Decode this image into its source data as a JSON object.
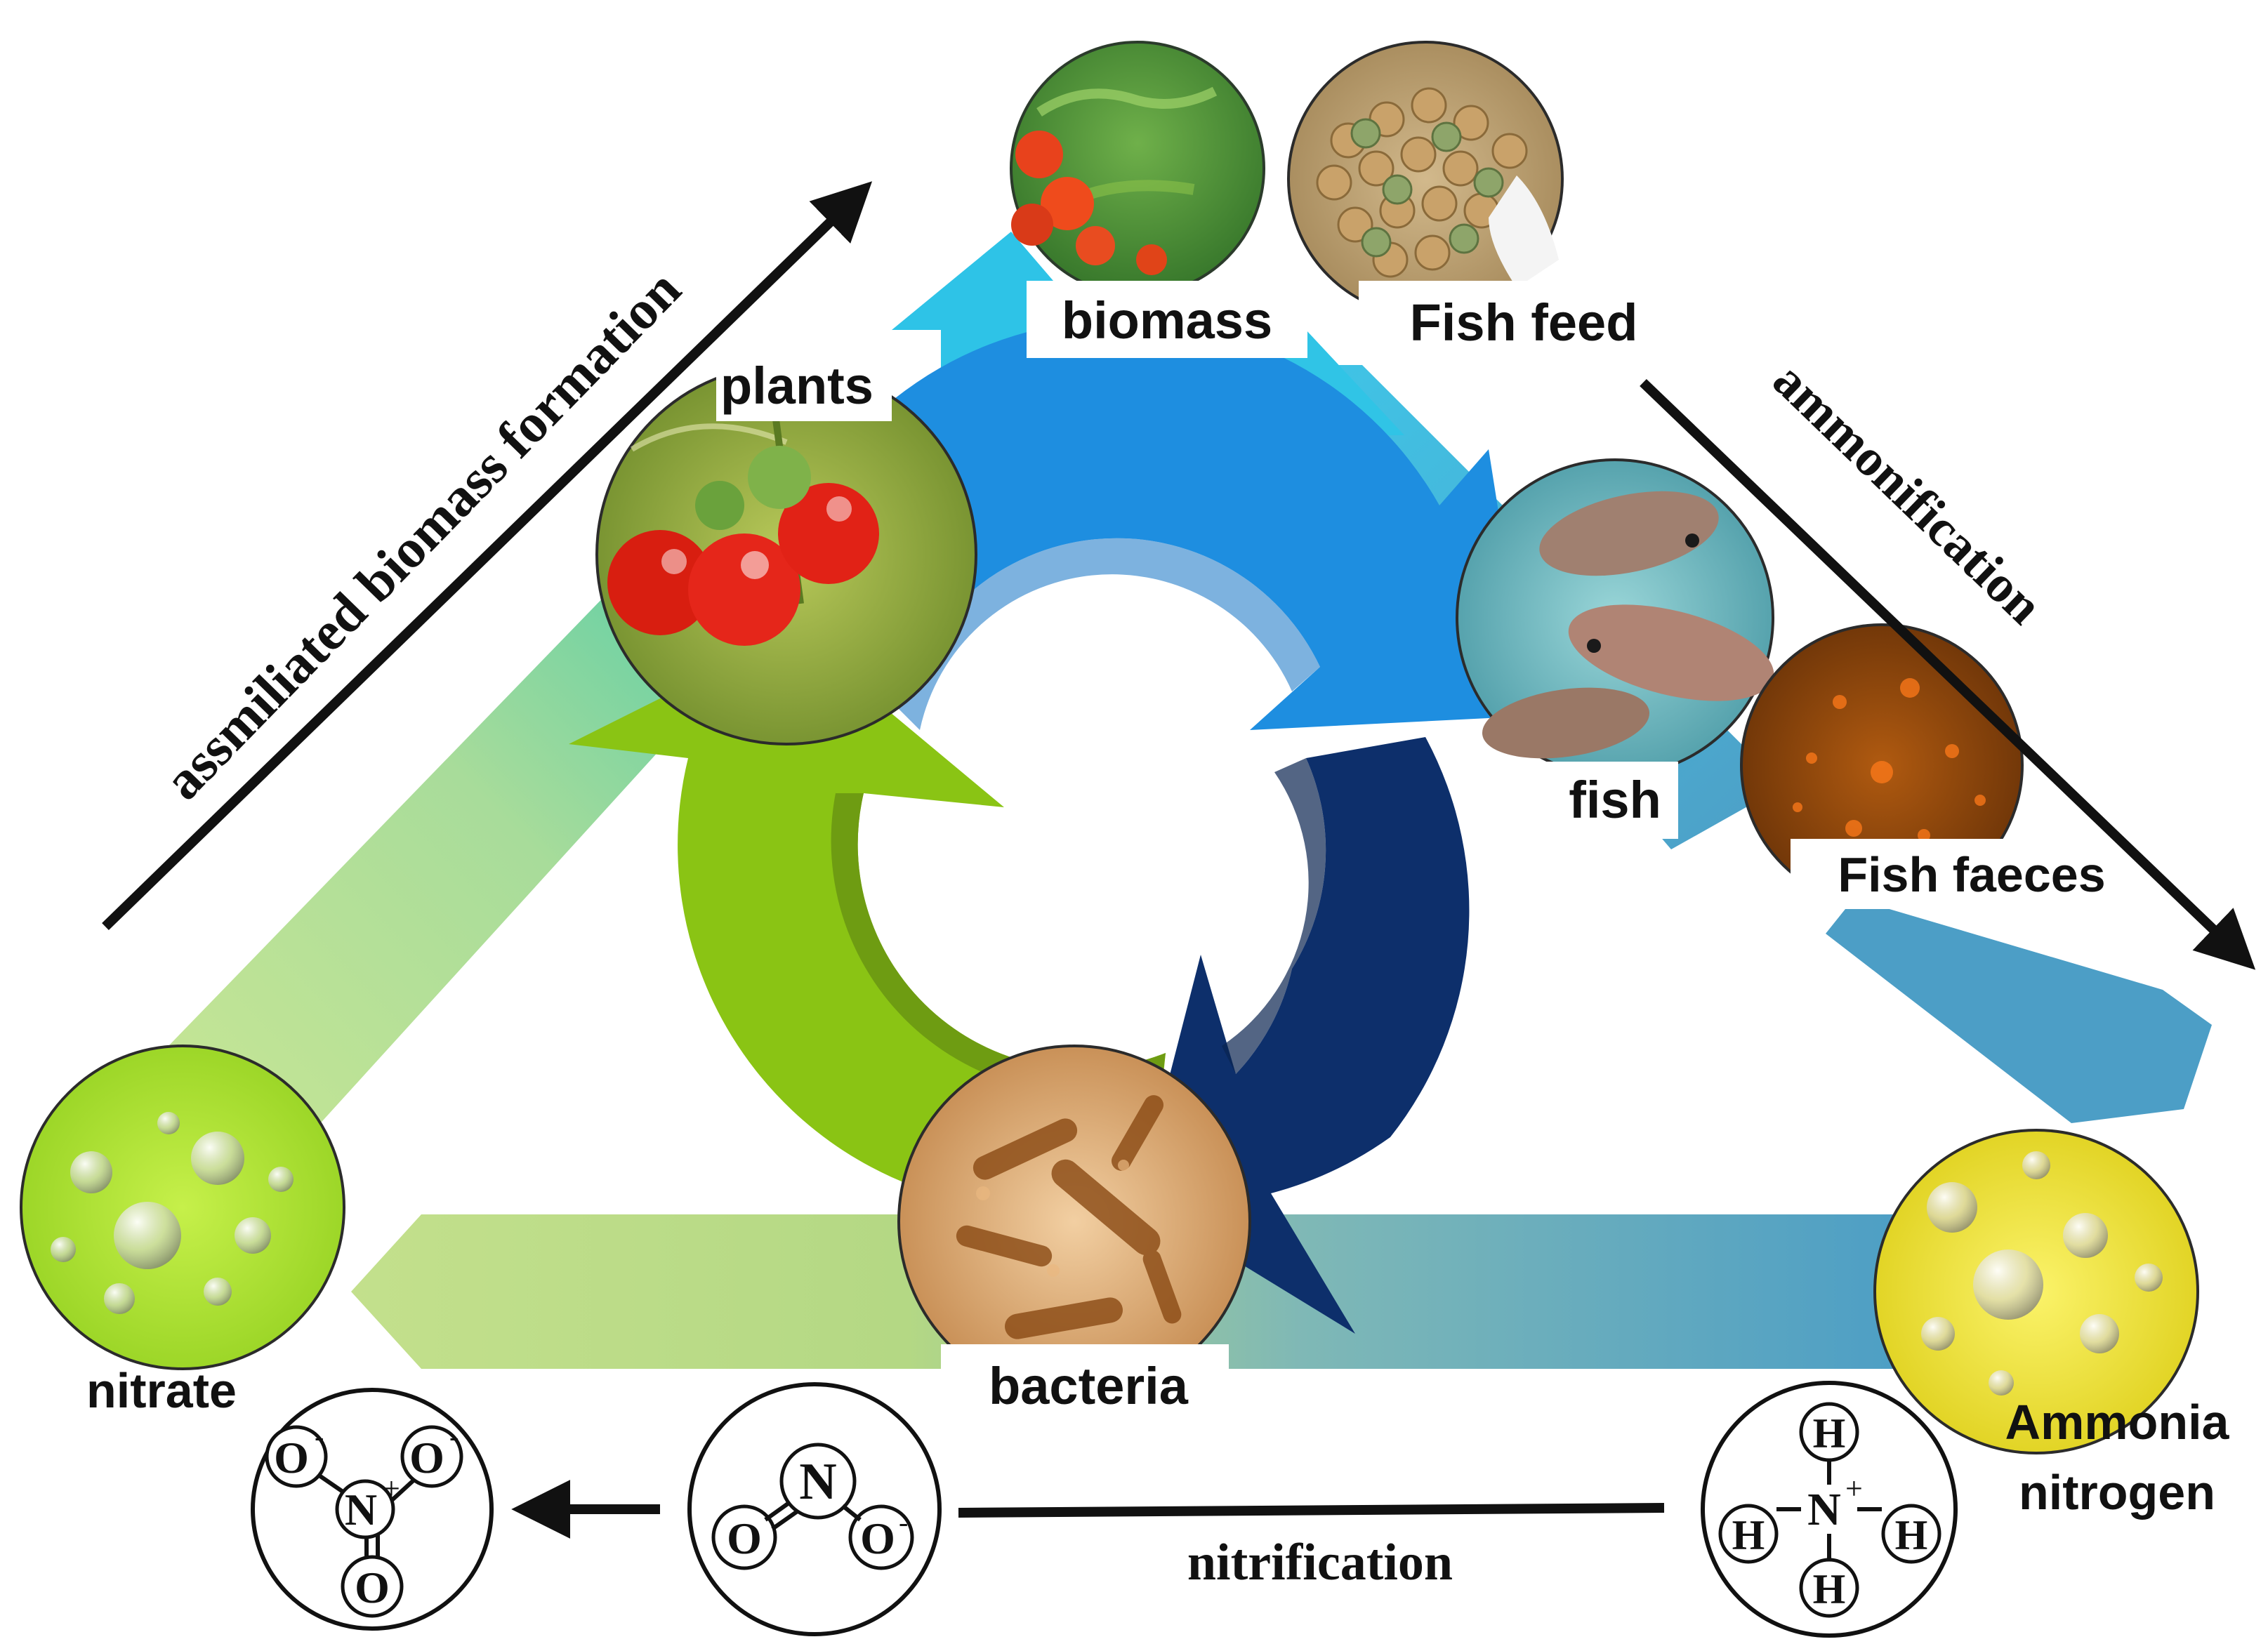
{
  "labels": {
    "plants": "plants",
    "biomass": "biomass",
    "fish_feed": "Fish feed",
    "fish": "fish",
    "fish_faeces": "Fish faeces",
    "nitrate": "nitrate",
    "bacteria": "bacteria",
    "ammonia_line1": "Ammonia",
    "ammonia_line2": "nitrogen"
  },
  "processes": {
    "assimilation": "assmiliated biomass formation",
    "ammonification": "ammonification",
    "nitrification": "nitrification"
  },
  "molecules": {
    "nitrate": {
      "center": "N",
      "center_charge": "+",
      "o_left": "O",
      "o_left_charge": "-",
      "o_right": "O",
      "o_right_charge": "-",
      "o_bottom": "O"
    },
    "nitrite": {
      "center": "N",
      "o_left": "O",
      "o_right": "O",
      "o_right_charge": "-"
    },
    "ammonium": {
      "center": "N",
      "center_charge": "+",
      "h": "H"
    }
  },
  "colors": {
    "green_arrow": "#8ac414",
    "green_arrow_shadow": "#6a9a10",
    "light_blue_arrow": "#1e8fe0",
    "dark_blue_arrow": "#0d2f6b",
    "cyan_band": "#2fc2e6",
    "teal_band": "#4a9fc4",
    "light_green_band": "#bcdc8a"
  }
}
